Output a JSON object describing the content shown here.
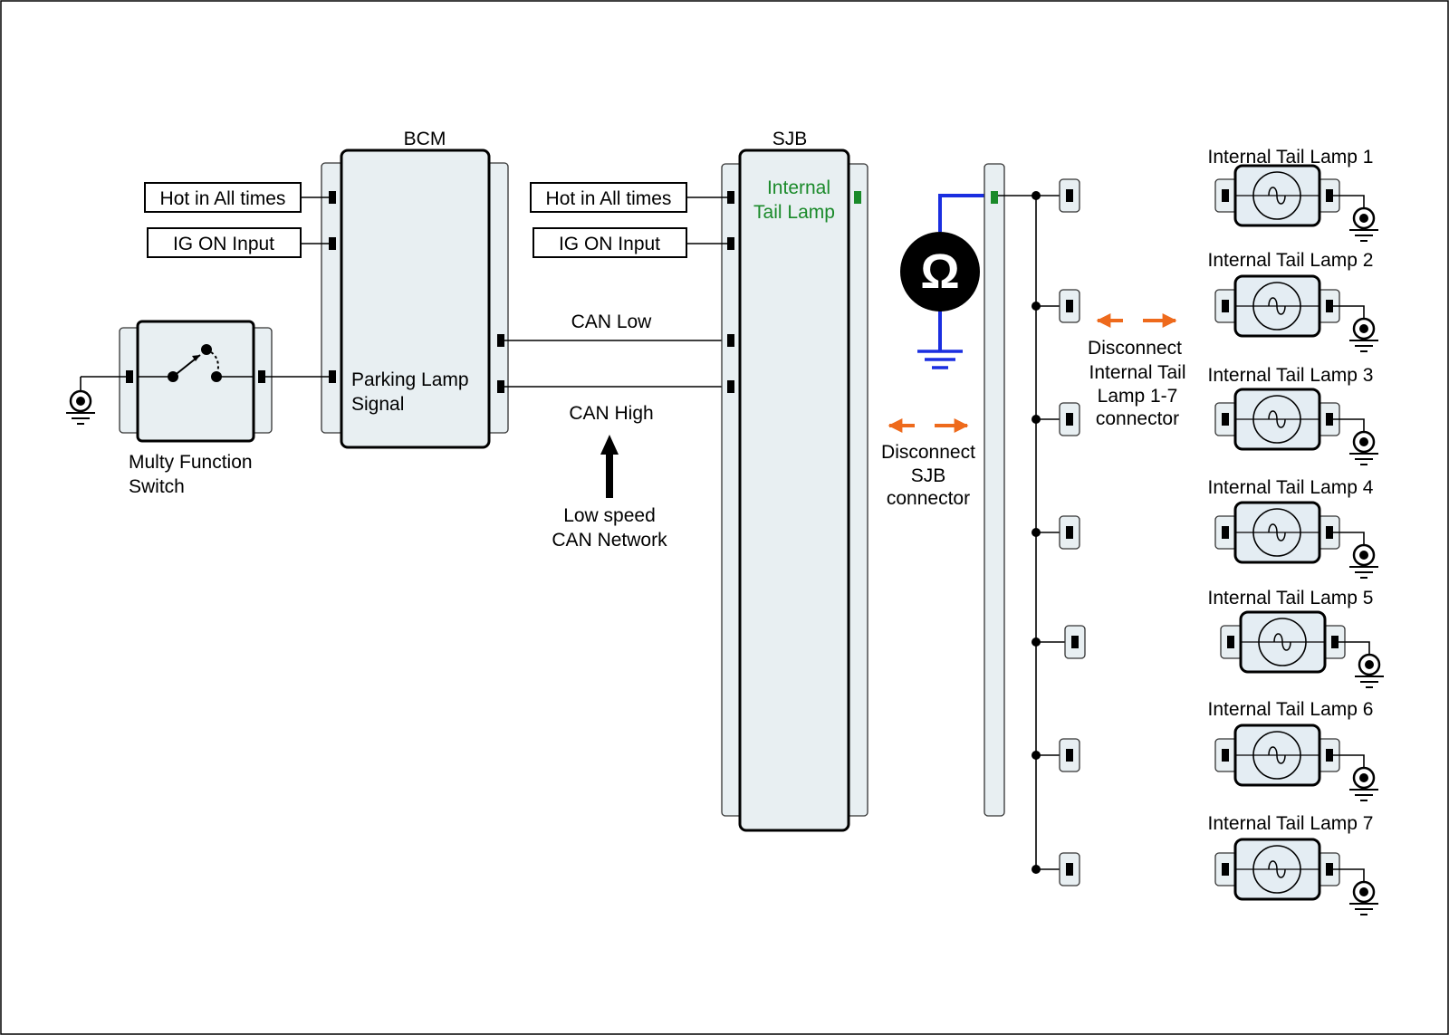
{
  "modules": {
    "bcm": {
      "title": "BCM",
      "label_line1": "Parking Lamp",
      "label_line2": "Signal"
    },
    "sjb": {
      "title": "SJB",
      "label_line1": "Internal",
      "label_line2": "Tail Lamp"
    }
  },
  "inputs": {
    "bcm_hot": "Hot in All times",
    "bcm_ig": "IG ON Input",
    "sjb_hot": "Hot in All times",
    "sjb_ig": "IG ON Input"
  },
  "switch": {
    "line1": "Multy Function",
    "line2": "Switch"
  },
  "can": {
    "low": "CAN Low",
    "high": "CAN High",
    "network_line1": "Low speed",
    "network_line2": "CAN Network"
  },
  "ohmmeter_symbol": "Ω",
  "instructions": {
    "sjb_line1": "Disconnect",
    "sjb_line2": "SJB",
    "sjb_line3": "connector",
    "lamp_line1": "Disconnect",
    "lamp_line2": "Internal Tail",
    "lamp_line3": "Lamp 1-7",
    "lamp_line4": "connector"
  },
  "lamps": [
    "Internal Tail Lamp 1",
    "Internal Tail Lamp 2",
    "Internal Tail Lamp 3",
    "Internal Tail Lamp 4",
    "Internal Tail Lamp 5",
    "Internal Tail Lamp 6",
    "Internal Tail Lamp 7"
  ],
  "colors": {
    "accent_green": "#1a8a2a",
    "meter_lead_blue": "#1a2ee0",
    "arrow_orange": "#ee6a1c",
    "component_fill": "#e8eff2"
  }
}
